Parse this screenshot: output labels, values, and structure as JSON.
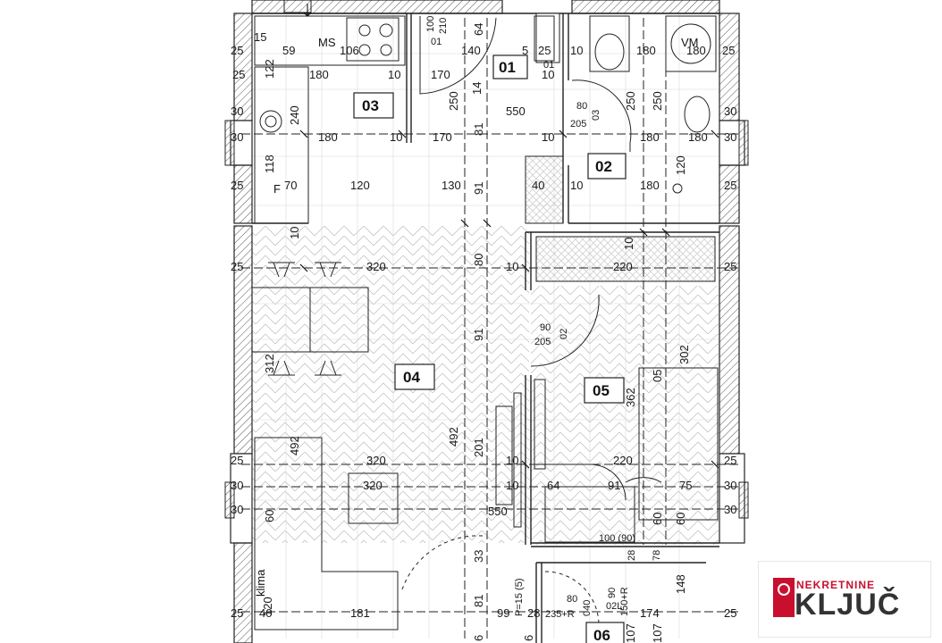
{
  "rooms": [
    {
      "id": "01",
      "label": "01"
    },
    {
      "id": "02",
      "label": "02"
    },
    {
      "id": "03",
      "label": "03"
    },
    {
      "id": "04",
      "label": "04"
    },
    {
      "id": "05",
      "label": "05"
    },
    {
      "id": "06",
      "label": "06"
    }
  ],
  "labels": {
    "ms": "MS",
    "vm": "VM",
    "f": "F",
    "klima": "klima"
  },
  "dimensions": [
    "25",
    "15",
    "59",
    "106",
    "100",
    "210",
    "01",
    "64",
    "140",
    "5",
    "25",
    "10",
    "180",
    "180",
    "25",
    "122",
    "180",
    "10",
    "170",
    "14",
    "01",
    "10",
    "25",
    "30",
    "240",
    "250",
    "550",
    "80",
    "205",
    "03",
    "250",
    "250",
    "30",
    "30",
    "180",
    "10",
    "170",
    "81",
    "10",
    "180",
    "180",
    "30",
    "118",
    "120",
    "02",
    "25",
    "70",
    "120",
    "130",
    "91",
    "40",
    "10",
    "180",
    "25",
    "10",
    "10",
    "25",
    "320",
    "80",
    "10",
    "220",
    "25",
    "90",
    "205",
    "02",
    "91",
    "320",
    "302",
    "312",
    "04",
    "05",
    "362",
    "492",
    "492",
    "201",
    "25",
    "320",
    "10",
    "220",
    "25",
    "30",
    "320",
    "10",
    "64",
    "91",
    "75",
    "30",
    "30",
    "60",
    "550",
    "60",
    "60",
    "30",
    "100 (90)",
    "28",
    "78",
    "120",
    "33",
    "148",
    "81",
    "P=15 (5)",
    "80",
    "040",
    "90",
    "150+R",
    "02L",
    "25",
    "40",
    "181",
    "99",
    "28",
    "235+R",
    "174",
    "107",
    "107",
    "25",
    "06",
    "6",
    "6"
  ],
  "brand": {
    "top": "NEKRETNINE",
    "main": "KLJUČ",
    "color": "#c8102e"
  }
}
